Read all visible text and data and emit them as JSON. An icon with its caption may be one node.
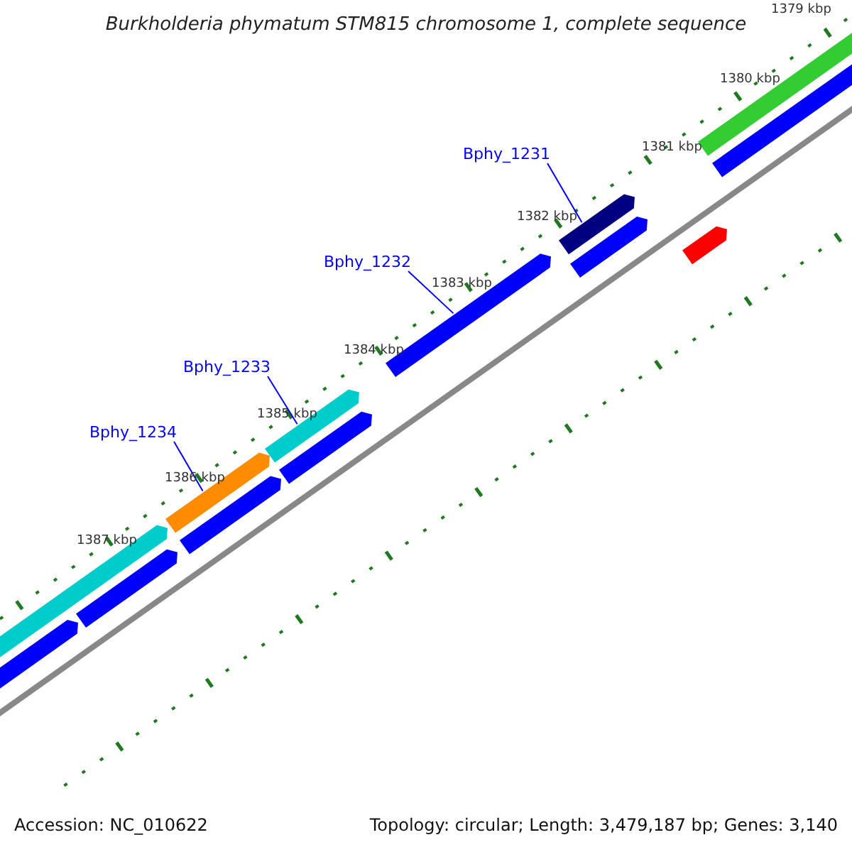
{
  "diagram": {
    "title": "Burkholderia phymatum STM815 chromosome 1, complete sequence",
    "nodes": [
      {
        "text": [
          "Bphy_1231"
        ]
      },
      {
        "text": [],
        "shape": "bar"
      },
      {
        "text": [
          "Bphy_1232"
        ]
      },
      {
        "text": [],
        "shape": "bar"
      },
      {
        "text": [
          "Bphy_1233"
        ]
      },
      {
        "text": [],
        "shape": "bar"
      },
      {
        "text": [
          "Bphy_1234"
        ]
      },
      {
        "text": [],
        "shape": "bar"
      }
    ],
    "edges": [
      {
        "from": 0,
        "to": 1,
        "arrow": "none"
      },
      {
        "from": 2,
        "to": 3,
        "arrow": "none"
      },
      {
        "from": 4,
        "to": 5,
        "arrow": "none"
      },
      {
        "from": 6,
        "to": 7,
        "arrow": "none"
      }
    ],
    "labels": [
      "1379 kbp",
      "1380 kbp",
      "1381 kbp",
      "1382 kbp",
      "1383 kbp",
      "1384 kbp",
      "1385 kbp",
      "1386 kbp",
      "1387 kbp",
      "Accession: NC_010622",
      "Topology: circular; Length: 3,479,187 bp; Genes: 3,140"
    ]
  }
}
